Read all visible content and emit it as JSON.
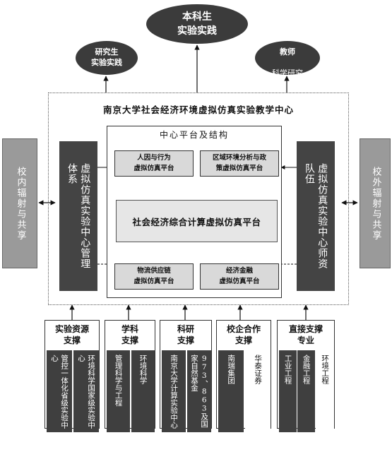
{
  "top": {
    "undergrad": "本科生\n实验实践",
    "grad": "研究生\n实验实践",
    "teacher_title": "教师",
    "teacher_sub": "科学研究"
  },
  "center": {
    "title": "南京大学社会经济环境虚拟仿真实验教学中心",
    "platform_title": "中心平台及结构",
    "platforms": {
      "population": "人因与行为\n虚拟仿真平台",
      "regional": "区域环境分析与政\n策虚拟仿真平台",
      "main": "社会经济综合计算虚拟仿真平台",
      "logistics": "物流供应链\n虚拟仿真平台",
      "finance": "经济金融\n虚拟仿真平台"
    },
    "mgmt": "虚拟仿真实验中心管理体系",
    "teachers": "虚拟仿真实验中心师资队伍"
  },
  "sides": {
    "left": "校内辐射与共享",
    "right": "校外辐射与共享"
  },
  "groups": [
    {
      "title": "实验资源\n支撑",
      "cols": [
        "管控一体化省级实验中心",
        "环境科学国家级实验中心"
      ]
    },
    {
      "title": "学科\n支撑",
      "cols": [
        "管理科学与工程",
        "环境科学"
      ]
    },
    {
      "title": "科研\n支撑",
      "cols": [
        "南京大学计算实验中心",
        "973、863及国家自然基金"
      ]
    },
    {
      "title": "校企合作\n支撑",
      "cols": [
        "南瑞集团",
        "华泰证券"
      ]
    },
    {
      "title": "直接支撑\n专业",
      "cols": [
        "工业工程",
        "金融工程",
        "环境工程"
      ]
    }
  ]
}
